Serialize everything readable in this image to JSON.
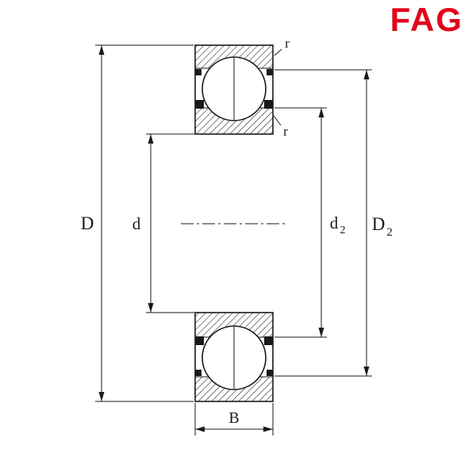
{
  "logo": {
    "text": "FAG",
    "color": "#e2001a"
  },
  "diagram": {
    "labels": {
      "D": "D",
      "d": "d",
      "d2": {
        "base": "d",
        "sub": "2"
      },
      "D2": {
        "base": "D",
        "sub": "2"
      },
      "B": "B",
      "r_top": "r",
      "r_inner": "r"
    },
    "colors": {
      "line": "#1a1a1a",
      "background": "#ffffff"
    }
  }
}
